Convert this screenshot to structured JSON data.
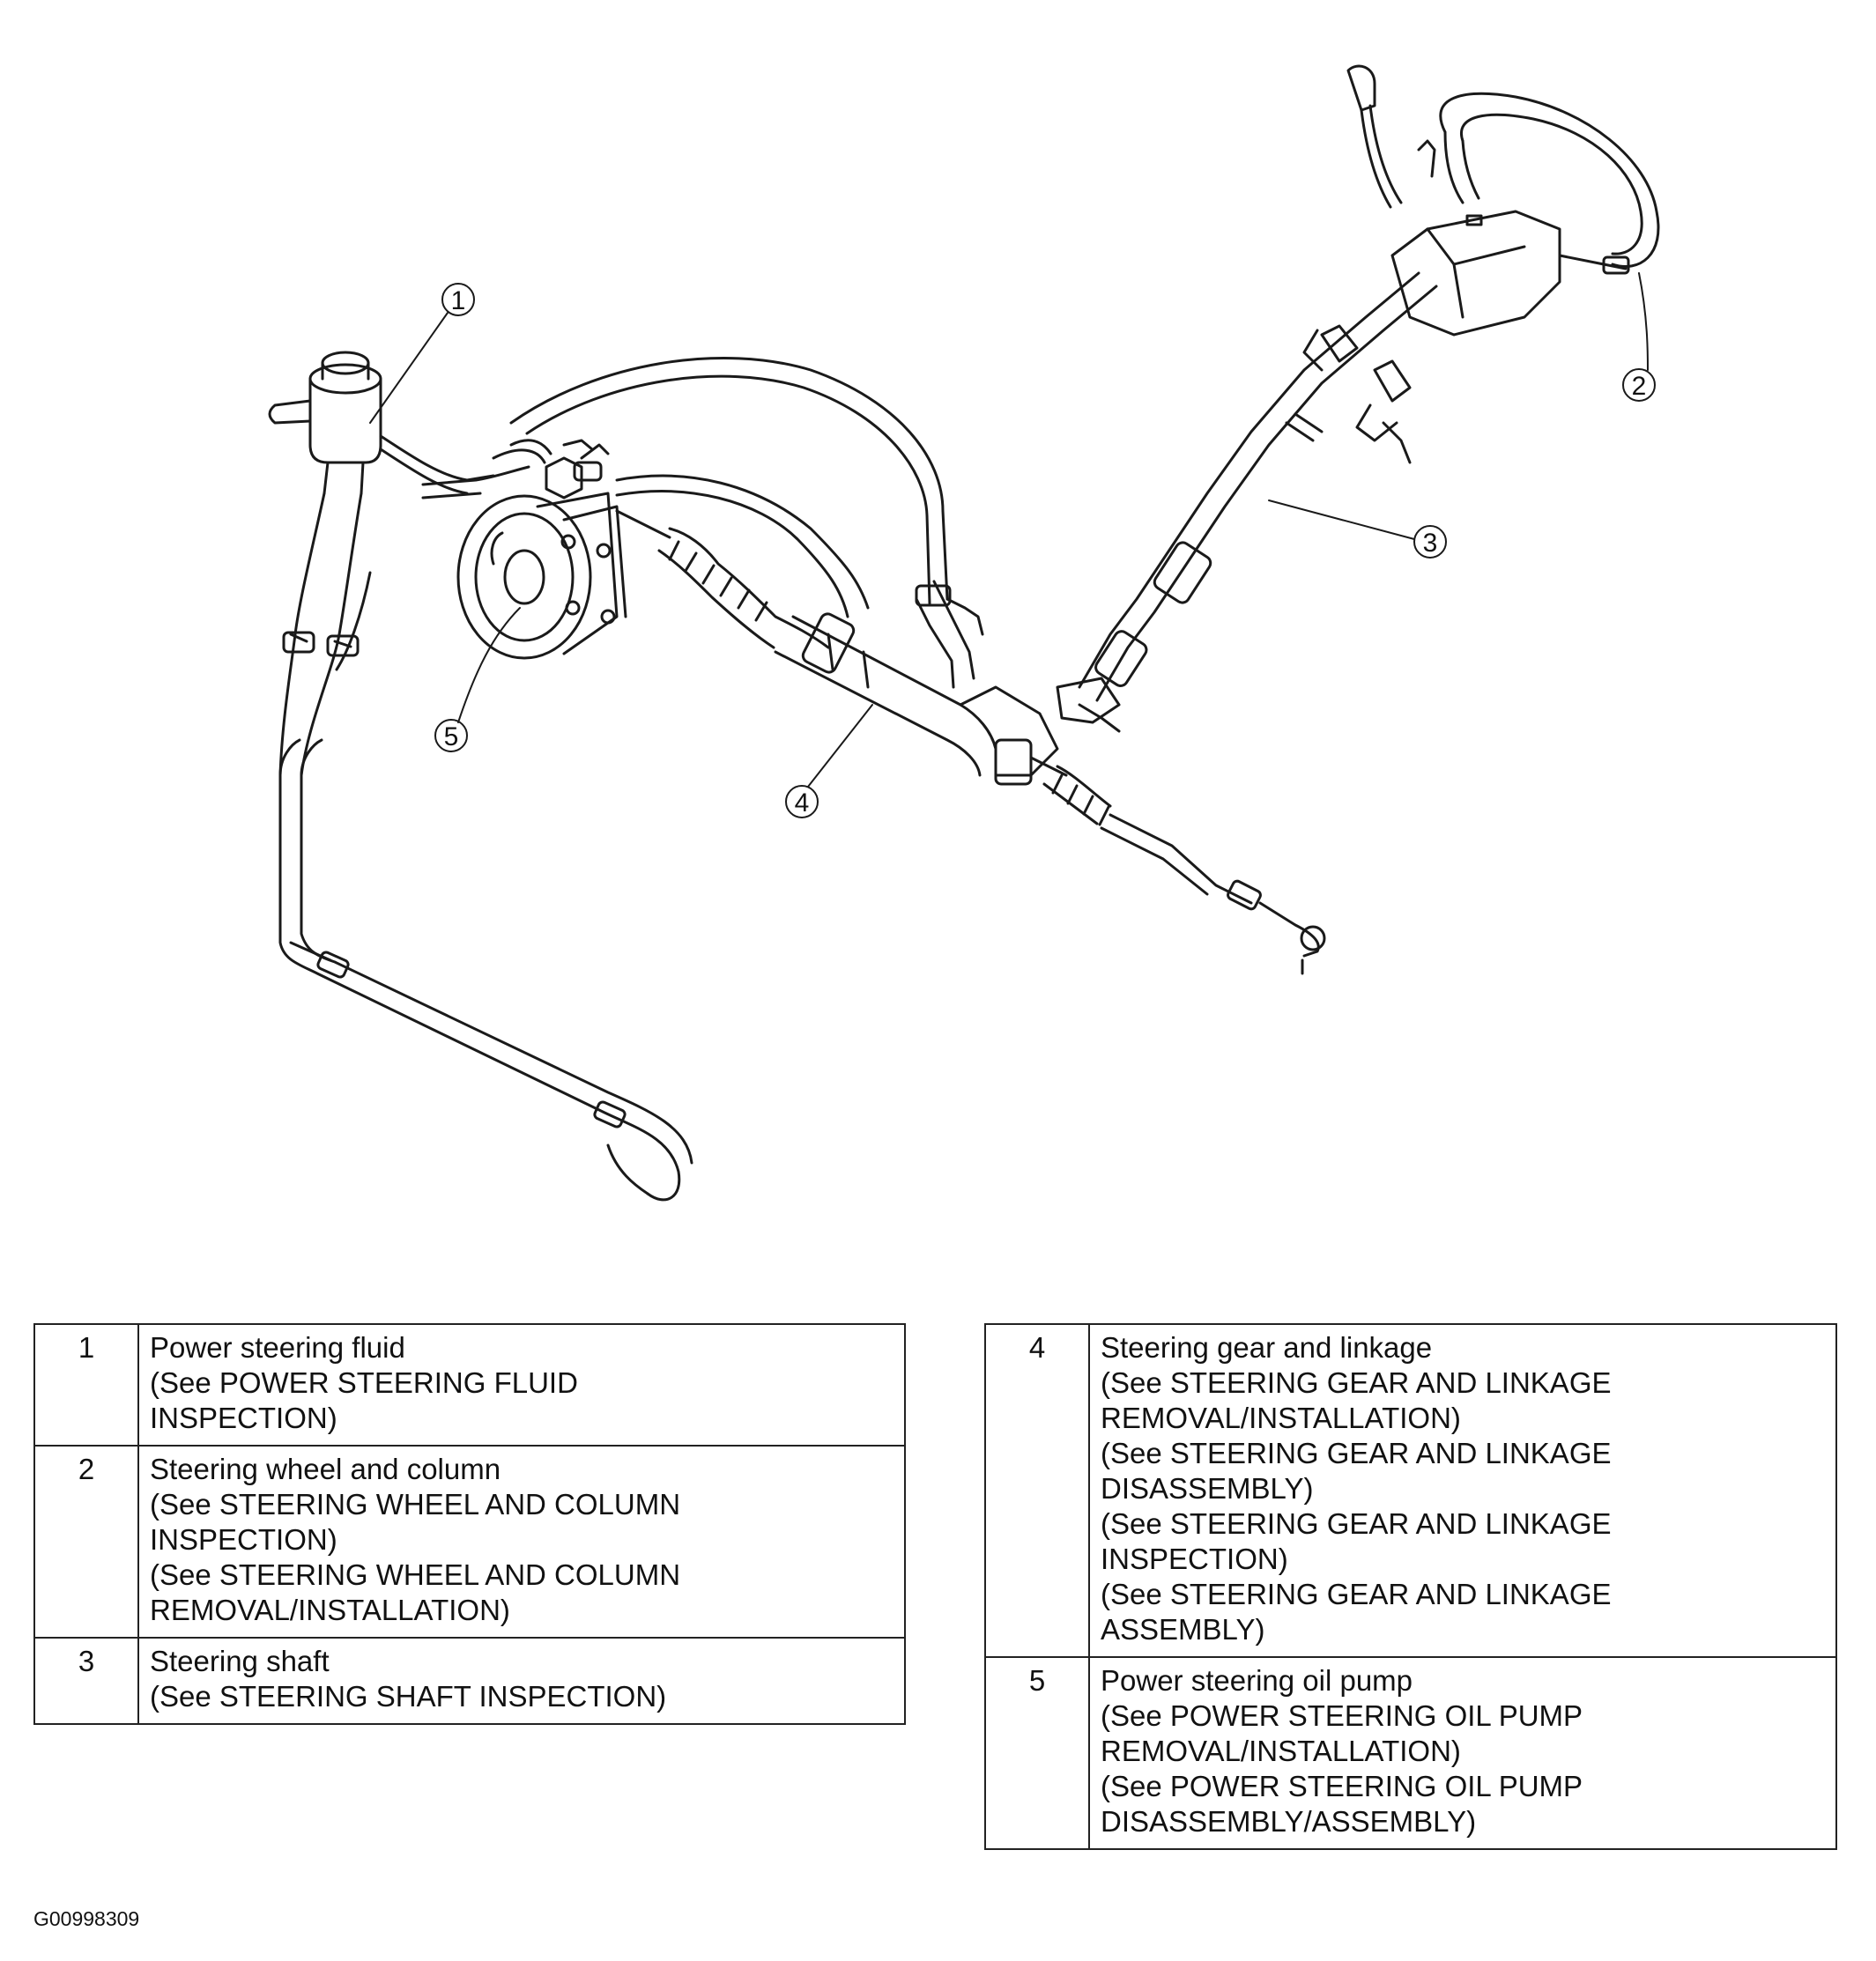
{
  "callouts": [
    {
      "id": "1",
      "glyph": "1"
    },
    {
      "id": "2",
      "glyph": "2"
    },
    {
      "id": "3",
      "glyph": "3"
    },
    {
      "id": "4",
      "glyph": "4"
    },
    {
      "id": "5",
      "glyph": "5"
    }
  ],
  "legend_left": [
    {
      "number": "1",
      "lines": [
        "Power steering fluid",
        "(See POWER STEERING FLUID",
        "INSPECTION)"
      ]
    },
    {
      "number": "2",
      "lines": [
        "Steering wheel and column",
        "(See STEERING WHEEL AND COLUMN",
        "INSPECTION)",
        "(See STEERING WHEEL AND COLUMN",
        "REMOVAL/INSTALLATION)"
      ]
    },
    {
      "number": "3",
      "lines": [
        "Steering shaft",
        "(See STEERING SHAFT INSPECTION)"
      ]
    }
  ],
  "legend_right": [
    {
      "number": "4",
      "lines": [
        "Steering gear and linkage",
        "(See STEERING GEAR AND LINKAGE",
        "REMOVAL/INSTALLATION)",
        "(See STEERING GEAR AND LINKAGE",
        "DISASSEMBLY)",
        "(See STEERING GEAR AND LINKAGE",
        "INSPECTION)",
        "(See STEERING GEAR AND LINKAGE",
        "ASSEMBLY)"
      ]
    },
    {
      "number": "5",
      "lines": [
        "Power steering oil pump",
        "(See POWER STEERING OIL PUMP",
        "REMOVAL/INSTALLATION)",
        "(See POWER STEERING OIL PUMP",
        "DISASSEMBLY/ASSEMBLY)"
      ]
    }
  ],
  "figure_code": "G00998309"
}
